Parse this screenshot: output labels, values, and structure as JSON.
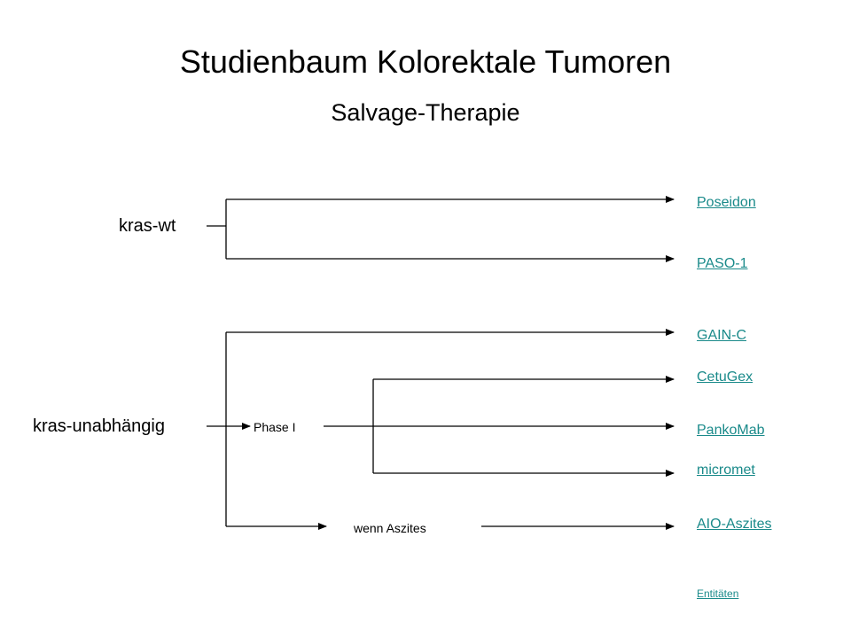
{
  "title": "Studienbaum Kolorektale Tumoren",
  "subtitle": "Salvage-Therapie",
  "groups": {
    "kras_wt": "kras-wt",
    "kras_unabhaengig": "kras-unabhängig"
  },
  "nodes": {
    "phase_1": "Phase I",
    "wenn_aszites": "wenn Aszites"
  },
  "studies": {
    "poseidon": "Poseidon",
    "paso1": "PASO-1",
    "gain_c": "GAIN-C",
    "cetugex": "CetuGex",
    "pankomab": "PankoMab",
    "micromet": "micromet",
    "aio_aszites": "AIO-Aszites"
  },
  "footer_link": "Entitäten",
  "colors": {
    "link": "#1a8a8a",
    "line": "#000000"
  }
}
